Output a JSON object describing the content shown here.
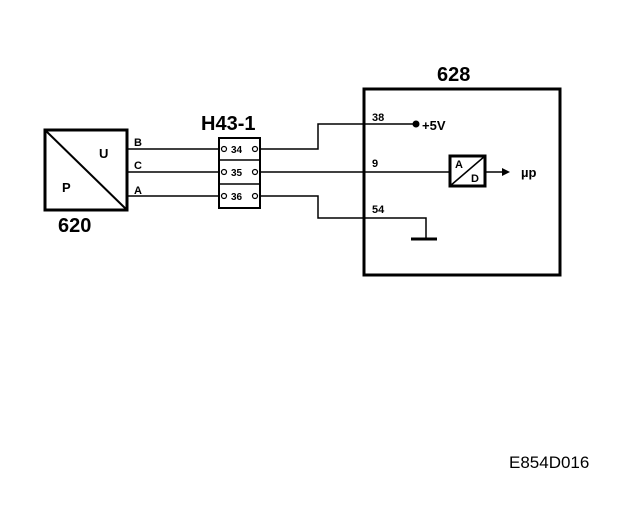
{
  "diagram": {
    "sensor": {
      "id": "620",
      "upper_label": "U",
      "lower_label": "P",
      "terminals": [
        "B",
        "C",
        "A"
      ]
    },
    "connector": {
      "id": "H43-1",
      "pins": [
        "34",
        "35",
        "36"
      ]
    },
    "module": {
      "id": "628",
      "pins": [
        "38",
        "9",
        "54"
      ],
      "supply": "+5V",
      "converter_a": "A",
      "converter_d": "D",
      "output": "µp"
    },
    "figure_code": "E854D016"
  }
}
